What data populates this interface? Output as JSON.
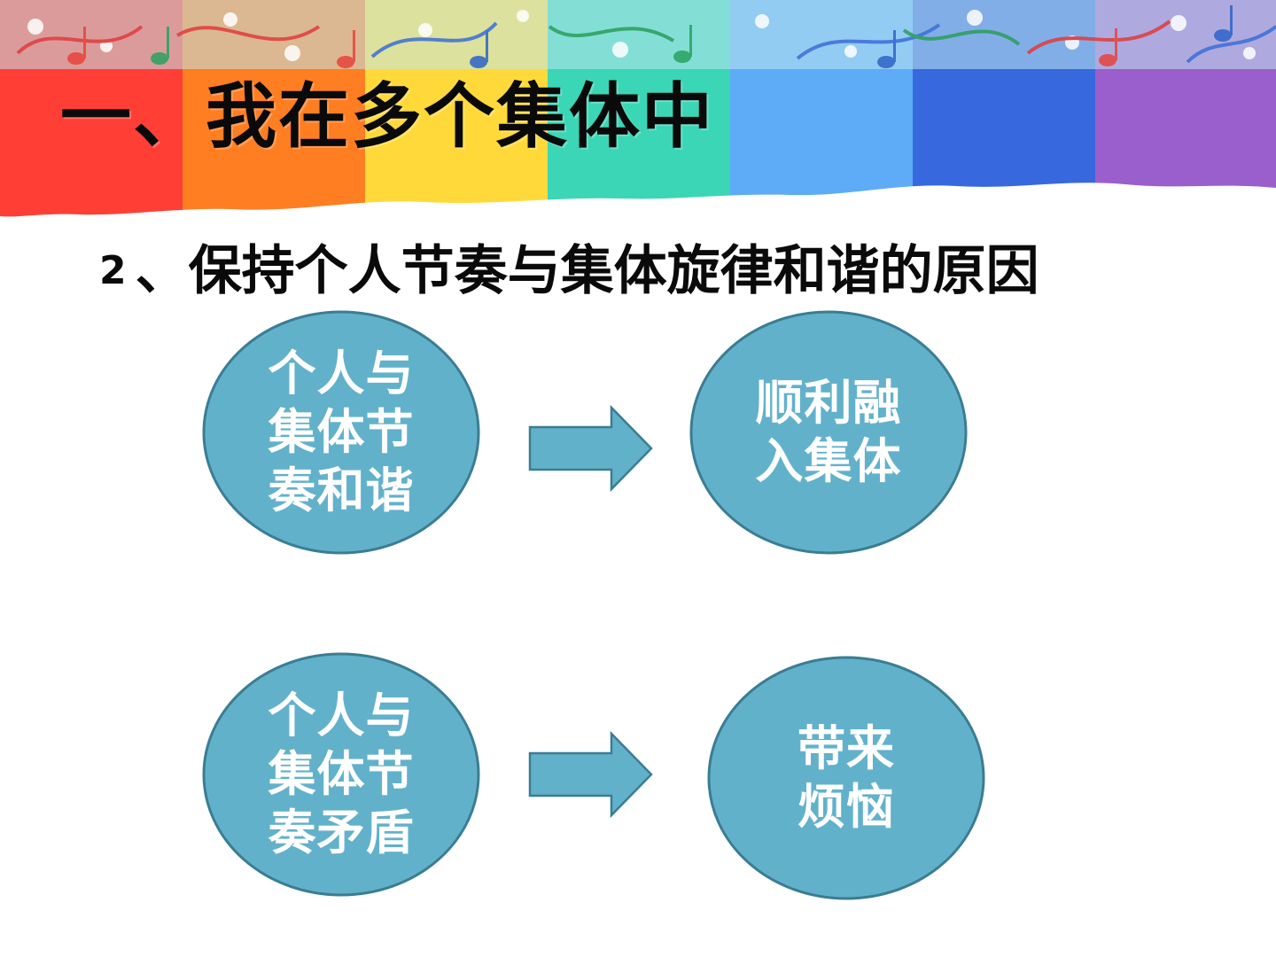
{
  "header": {
    "main_title": "一、我在多个集体中",
    "stripe_colors": [
      "#ff3f36",
      "#ff7e22",
      "#ffd93a",
      "#3bd6b5",
      "#5eabf8",
      "#3868de",
      "#9a5fcc"
    ]
  },
  "section": {
    "number": "2",
    "title": "、保持个人节奏与集体旋律和谐的原因"
  },
  "diagram": {
    "node_color": "#62b1cb",
    "node_border": "#3a7d93",
    "arrow_color": "#62b1cb",
    "rows": [
      {
        "cause": "个人与集体节奏和谐",
        "effect": "顺利融入集体"
      },
      {
        "cause": "个人与集体节奏矛盾",
        "effect": "带来烦恼"
      }
    ]
  }
}
